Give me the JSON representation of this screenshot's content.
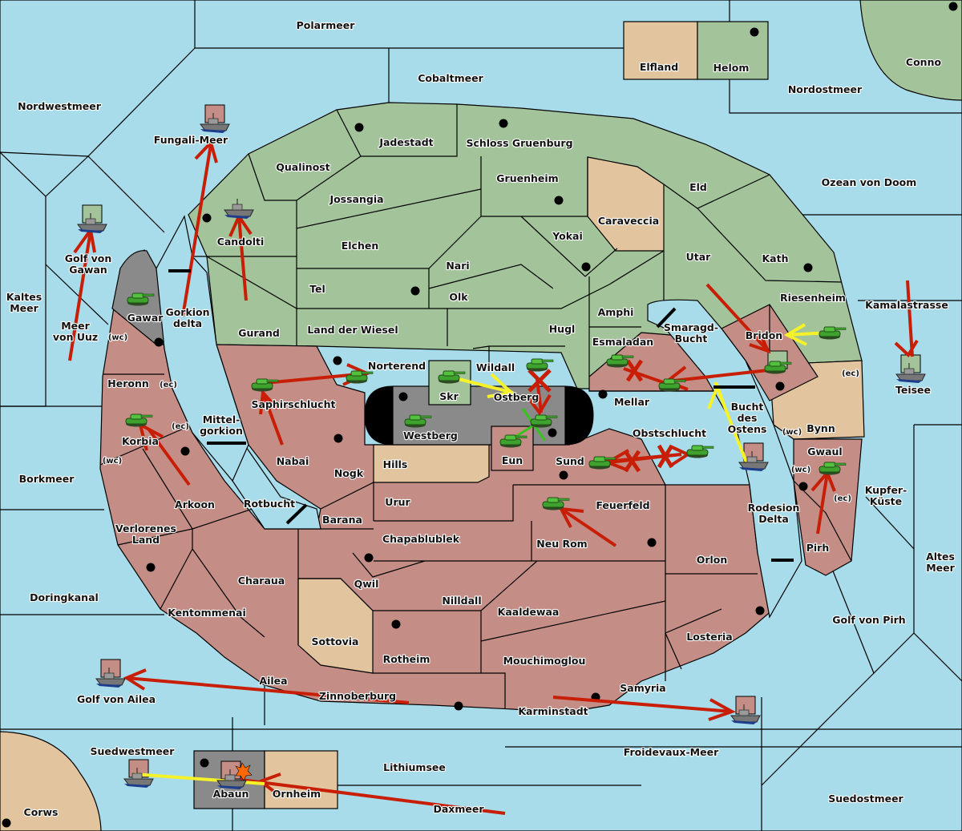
{
  "map": {
    "colors": {
      "sea": "#a8dceb",
      "player_green": "#a3c49a",
      "player_red": "#c48e86",
      "neutral": "#e2c59e",
      "contested_gray": "#8a8a8a",
      "order_move": "#c81e06",
      "order_support": "#f5f22a",
      "order_convoy": "#36c31a"
    },
    "sea_labels": [
      {
        "id": "polarmeer",
        "text": "Polarmeer"
      },
      {
        "id": "cobaltmeer",
        "text": "Cobaltmeer"
      },
      {
        "id": "nordwestmeer",
        "text": "Nordwestmeer"
      },
      {
        "id": "fungali",
        "text": "Fungali-Meer"
      },
      {
        "id": "golf-gawan-1",
        "text": "Golf von"
      },
      {
        "id": "golf-gawan-2",
        "text": "Gawan"
      },
      {
        "id": "kaltes-1",
        "text": "Kaltes"
      },
      {
        "id": "kaltes-2",
        "text": "Meer"
      },
      {
        "id": "uuz-1",
        "text": "Meer"
      },
      {
        "id": "uuz-2",
        "text": "von Uuz"
      },
      {
        "id": "gorkion-1",
        "text": "Gorkion"
      },
      {
        "id": "gorkion-2",
        "text": "delta"
      },
      {
        "id": "mittel-1",
        "text": "Mittel-"
      },
      {
        "id": "mittel-2",
        "text": "gorkion"
      },
      {
        "id": "borkmeer",
        "text": "Borkmeer"
      },
      {
        "id": "rotbucht",
        "text": "Rotbucht"
      },
      {
        "id": "doringkanal",
        "text": "Doringkanal"
      },
      {
        "id": "golf-ailea",
        "text": "Golf von Ailea"
      },
      {
        "id": "suedwestmeer",
        "text": "Suedwestmeer"
      },
      {
        "id": "lithiumsee",
        "text": "Lithiumsee"
      },
      {
        "id": "daxmeer",
        "text": "Daxmeer"
      },
      {
        "id": "froidevaux",
        "text": "Froidevaux-Meer"
      },
      {
        "id": "suedostmeer",
        "text": "Suedostmeer"
      },
      {
        "id": "golf-pirh",
        "text": "Golf von Pirh"
      },
      {
        "id": "altes-1",
        "text": "Altes"
      },
      {
        "id": "altes-2",
        "text": "Meer"
      },
      {
        "id": "kupfer-1",
        "text": "Kupfer-"
      },
      {
        "id": "kupfer-2",
        "text": "Küste"
      },
      {
        "id": "rodesion-1",
        "text": "Rodesion"
      },
      {
        "id": "rodesion-2",
        "text": "Delta"
      },
      {
        "id": "bucht-1",
        "text": "Bucht"
      },
      {
        "id": "bucht-2",
        "text": "des"
      },
      {
        "id": "bucht-3",
        "text": "Ostens"
      },
      {
        "id": "smaragd-1",
        "text": "Smaragd-"
      },
      {
        "id": "smaragd-2",
        "text": "Bucht"
      },
      {
        "id": "kamalastrasse",
        "text": "Kamalastrasse"
      },
      {
        "id": "ozean-doom",
        "text": "Ozean von Doom"
      },
      {
        "id": "nordostmeer",
        "text": "Nordostmeer"
      }
    ],
    "land_labels": [
      {
        "id": "elfland",
        "text": "Elfland"
      },
      {
        "id": "helom",
        "text": "Helom"
      },
      {
        "id": "conno",
        "text": "Conno"
      },
      {
        "id": "jadestadt",
        "text": "Jadestadt"
      },
      {
        "id": "schloss",
        "text": "Schloss Gruenburg"
      },
      {
        "id": "qualinost",
        "text": "Qualinost"
      },
      {
        "id": "gruenheim",
        "text": "Gruenheim"
      },
      {
        "id": "eld",
        "text": "Eld"
      },
      {
        "id": "jossangia",
        "text": "Jossangia"
      },
      {
        "id": "caraveccia",
        "text": "Caraveccia"
      },
      {
        "id": "candolti",
        "text": "Candolti"
      },
      {
        "id": "elchen",
        "text": "Elchen"
      },
      {
        "id": "yokai",
        "text": "Yokai"
      },
      {
        "id": "utar",
        "text": "Utar"
      },
      {
        "id": "kath",
        "text": "Kath"
      },
      {
        "id": "nari",
        "text": "Nari"
      },
      {
        "id": "tel",
        "text": "Tel"
      },
      {
        "id": "olk",
        "text": "Olk"
      },
      {
        "id": "amphi",
        "text": "Amphi"
      },
      {
        "id": "riesenheim",
        "text": "Riesenheim"
      },
      {
        "id": "gawar",
        "text": "Gawar"
      },
      {
        "id": "gurand",
        "text": "Gurand"
      },
      {
        "id": "land-wiesel",
        "text": "Land der Wiesel"
      },
      {
        "id": "hugl",
        "text": "Hugl"
      },
      {
        "id": "bridon",
        "text": "Bridon"
      },
      {
        "id": "esmaladan",
        "text": "Esmaladan"
      },
      {
        "id": "norterend",
        "text": "Norterend"
      },
      {
        "id": "wildall",
        "text": "Wildall"
      },
      {
        "id": "heronn",
        "text": "Heronn"
      },
      {
        "id": "skr",
        "text": "Skr"
      },
      {
        "id": "ostberg",
        "text": "Ostberg"
      },
      {
        "id": "mellar",
        "text": "Mellar"
      },
      {
        "id": "saphirschlucht",
        "text": "Saphirschlucht"
      },
      {
        "id": "bynn",
        "text": "Bynn"
      },
      {
        "id": "korbia",
        "text": "Korbia"
      },
      {
        "id": "westberg",
        "text": "Westberg"
      },
      {
        "id": "obstschlucht",
        "text": "Obstschlucht"
      },
      {
        "id": "nabai",
        "text": "Nabai"
      },
      {
        "id": "eun",
        "text": "Eun"
      },
      {
        "id": "sund",
        "text": "Sund"
      },
      {
        "id": "gwaul",
        "text": "Gwaul"
      },
      {
        "id": "hills",
        "text": "Hills"
      },
      {
        "id": "nogk",
        "text": "Nogk"
      },
      {
        "id": "arkoon",
        "text": "Arkoon"
      },
      {
        "id": "urur",
        "text": "Urur"
      },
      {
        "id": "feuerfeld",
        "text": "Feuerfeld"
      },
      {
        "id": "barana",
        "text": "Barana"
      },
      {
        "id": "verlorenes-1",
        "text": "Verlorenes"
      },
      {
        "id": "verlorenes-2",
        "text": "Land"
      },
      {
        "id": "chapablublek",
        "text": "Chapablublek"
      },
      {
        "id": "neu-rom",
        "text": "Neu Rom"
      },
      {
        "id": "pirh",
        "text": "Pirh"
      },
      {
        "id": "orlon",
        "text": "Orlon"
      },
      {
        "id": "charaua",
        "text": "Charaua"
      },
      {
        "id": "qwil",
        "text": "Qwil"
      },
      {
        "id": "nilldall",
        "text": "Nilldall"
      },
      {
        "id": "kentommenai",
        "text": "Kentommenai"
      },
      {
        "id": "kaaldewaa",
        "text": "Kaaldewaa"
      },
      {
        "id": "losteria",
        "text": "Losteria"
      },
      {
        "id": "sottovia",
        "text": "Sottovia"
      },
      {
        "id": "rotheim",
        "text": "Rotheim"
      },
      {
        "id": "mouchimoglou",
        "text": "Mouchimoglou"
      },
      {
        "id": "ailea",
        "text": "Ailea"
      },
      {
        "id": "samyria",
        "text": "Samyria"
      },
      {
        "id": "zinnoberburg",
        "text": "Zinnoberburg"
      },
      {
        "id": "karminstadt",
        "text": "Karminstadt"
      },
      {
        "id": "abaun",
        "text": "Abaun"
      },
      {
        "id": "ornheim",
        "text": "Ornheim"
      },
      {
        "id": "corws",
        "text": "Corws"
      },
      {
        "id": "teisee",
        "text": "Teisee"
      }
    ],
    "coast_labels": {
      "wc": "(wc)",
      "ec": "(ec)"
    },
    "units": [
      {
        "type": "army",
        "owner": "green",
        "location": "Gawar"
      },
      {
        "type": "army",
        "owner": "green",
        "location": "Korbia"
      },
      {
        "type": "army",
        "owner": "green",
        "location": "Saphirschlucht"
      },
      {
        "type": "army",
        "owner": "green",
        "location": "Norterend"
      },
      {
        "type": "army",
        "owner": "green",
        "location": "Skr"
      },
      {
        "type": "army",
        "owner": "green",
        "location": "Westberg"
      },
      {
        "type": "army",
        "owner": "green",
        "location": "Wildall"
      },
      {
        "type": "army",
        "owner": "green",
        "location": "Ostberg"
      },
      {
        "type": "army",
        "owner": "green",
        "location": "Eun"
      },
      {
        "type": "army",
        "owner": "green",
        "location": "Esmaladan"
      },
      {
        "type": "army",
        "owner": "green",
        "location": "Mellar",
        "dislodged": true
      },
      {
        "type": "army",
        "owner": "green",
        "location": "Bridon"
      },
      {
        "type": "army",
        "owner": "green",
        "location": "Riesenheim"
      },
      {
        "type": "army",
        "owner": "green",
        "location": "Sund"
      },
      {
        "type": "army",
        "owner": "green",
        "location": "Obstschlucht"
      },
      {
        "type": "army",
        "owner": "green",
        "location": "Gwaul"
      },
      {
        "type": "army",
        "owner": "green",
        "location": "Feuerfeld"
      },
      {
        "type": "fleet",
        "owner": "red",
        "location": "Fungali-Meer"
      },
      {
        "type": "fleet",
        "owner": "green",
        "location": "Golf von Gawan"
      },
      {
        "type": "fleet",
        "owner": "green",
        "location": "Candolti"
      },
      {
        "type": "fleet",
        "owner": "green",
        "location": "Teisee"
      },
      {
        "type": "fleet",
        "owner": "red",
        "location": "Bucht des Ostens"
      },
      {
        "type": "fleet",
        "owner": "red",
        "location": "Golf von Ailea"
      },
      {
        "type": "fleet",
        "owner": "red",
        "location": "Suedwestmeer"
      },
      {
        "type": "fleet",
        "owner": "red",
        "location": "Abaun",
        "attacked": true
      },
      {
        "type": "fleet",
        "owner": "red",
        "location": "Froidevaux-Meer"
      }
    ]
  }
}
